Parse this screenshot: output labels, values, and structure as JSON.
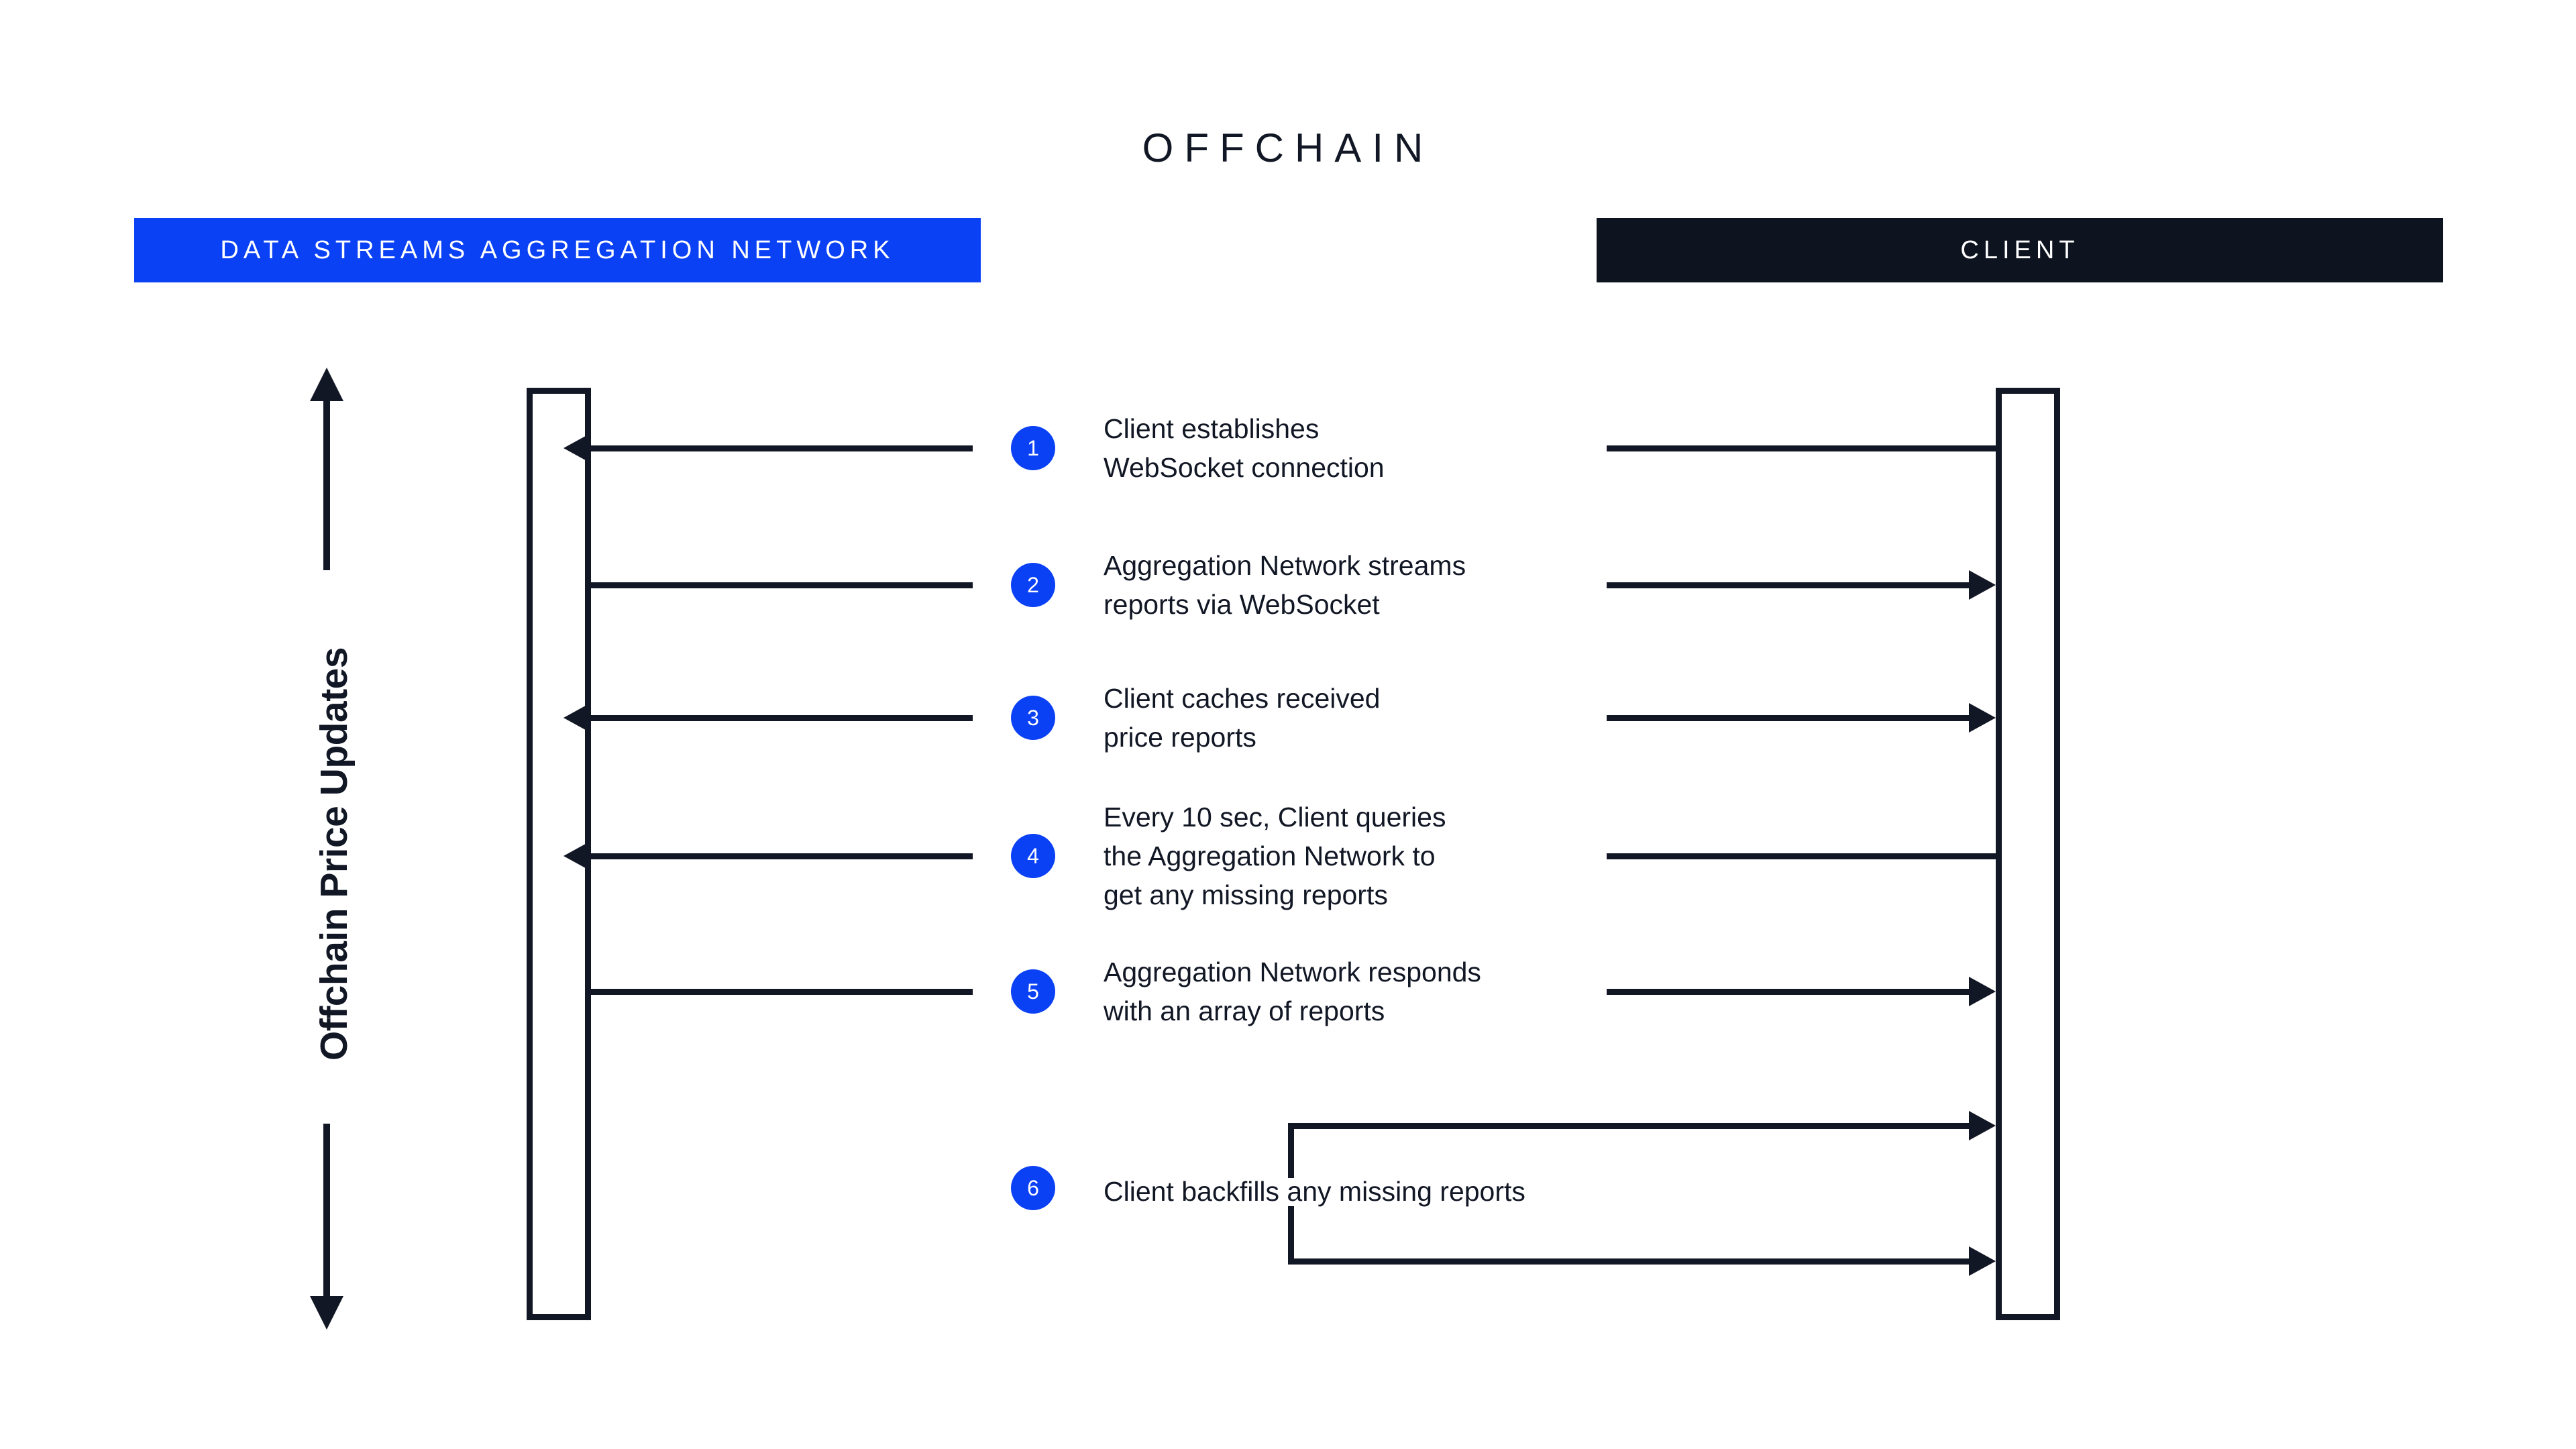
{
  "diagram": {
    "title": "OFFCHAIN",
    "axis_label": "Offchain Price Updates",
    "colors": {
      "accent_blue": "#0B41F5",
      "dark": "#121725",
      "header_dark": "#0E1320",
      "background": "#FFFFFF"
    }
  },
  "lanes": [
    {
      "id": "aggregation-network",
      "label": "DATA STREAMS AGGREGATION NETWORK",
      "style": "blue"
    },
    {
      "id": "client",
      "label": "CLIENT",
      "style": "dark"
    }
  ],
  "steps": [
    {
      "number": "1",
      "lines": [
        "Client establishes",
        "WebSocket connection"
      ],
      "direction": "client-to-network"
    },
    {
      "number": "2",
      "lines": [
        "Aggregation Network streams",
        "reports via WebSocket"
      ],
      "direction": "network-to-client"
    },
    {
      "number": "3",
      "lines": [
        "Client caches received",
        "price reports"
      ],
      "direction": "client-to-network"
    },
    {
      "number": "4",
      "lines": [
        "Every 10 sec, Client queries",
        "the Aggregation Network to",
        "get any missing reports"
      ],
      "direction": "client-to-network"
    },
    {
      "number": "5",
      "lines": [
        "Aggregation Network responds",
        "with an array of reports"
      ],
      "direction": "network-to-client"
    },
    {
      "number": "6",
      "lines": [
        "Client backfills any missing reports"
      ],
      "direction": "client-self"
    }
  ]
}
